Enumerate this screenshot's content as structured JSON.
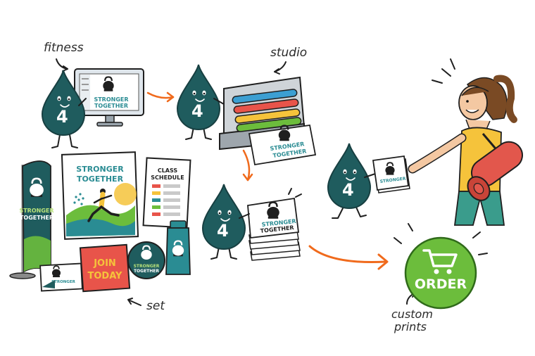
{
  "labels": {
    "fitness": "fitness",
    "studio": "studio",
    "set": "set",
    "custom_prints_line1": "custom",
    "custom_prints_line2": "prints"
  },
  "mascot_number": "4",
  "slogan": {
    "line1": "STRONGER",
    "line2": "TOGETHER"
  },
  "poster": {
    "line1": "STRONGER",
    "line2": "TOGETHER"
  },
  "schedule": {
    "line1": "CLASS",
    "line2": "SCHEDULE"
  },
  "join": {
    "line1": "JOIN",
    "line2": "TODAY"
  },
  "order_button": {
    "label": "ORDER"
  },
  "colors": {
    "teal": "#1f5c5e",
    "teal_text": "#2a8c93",
    "green": "#6cbd3c",
    "orange": "#f06a1c",
    "red": "#e8544a",
    "yellow": "#f5c33b",
    "mat": "#e2574c"
  },
  "icons": [
    "kettlebell-icon",
    "shopping-cart-icon",
    "arrow-icon"
  ]
}
